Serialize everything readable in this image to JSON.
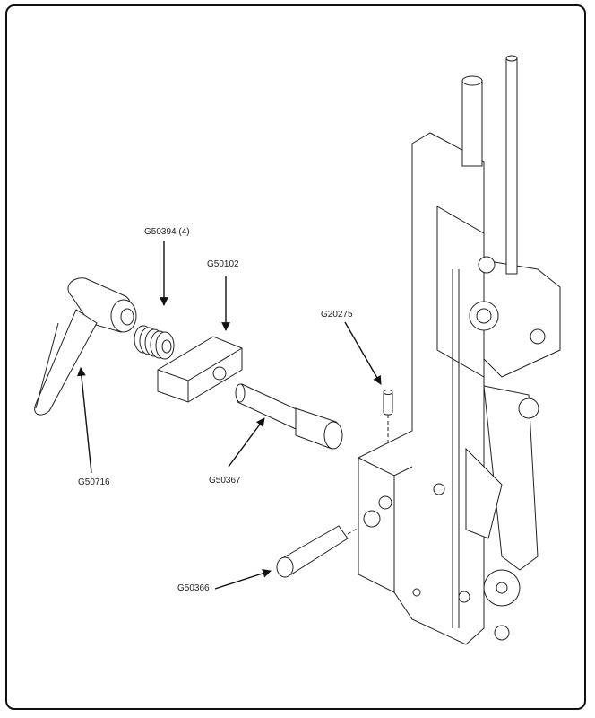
{
  "diagram": {
    "type": "exploded-parts-diagram",
    "callouts": [
      {
        "id": "handle",
        "part_number": "G50716"
      },
      {
        "id": "spring",
        "part_number": "G50394 (4)"
      },
      {
        "id": "block",
        "part_number": "G50102"
      },
      {
        "id": "pin-upper",
        "part_number": "G50367"
      },
      {
        "id": "pin-small",
        "part_number": "G20275"
      },
      {
        "id": "pin-lower",
        "part_number": "G50366"
      }
    ],
    "colors": {
      "line": "#222222",
      "fill": "#ffffff",
      "frame": "#111111"
    }
  }
}
